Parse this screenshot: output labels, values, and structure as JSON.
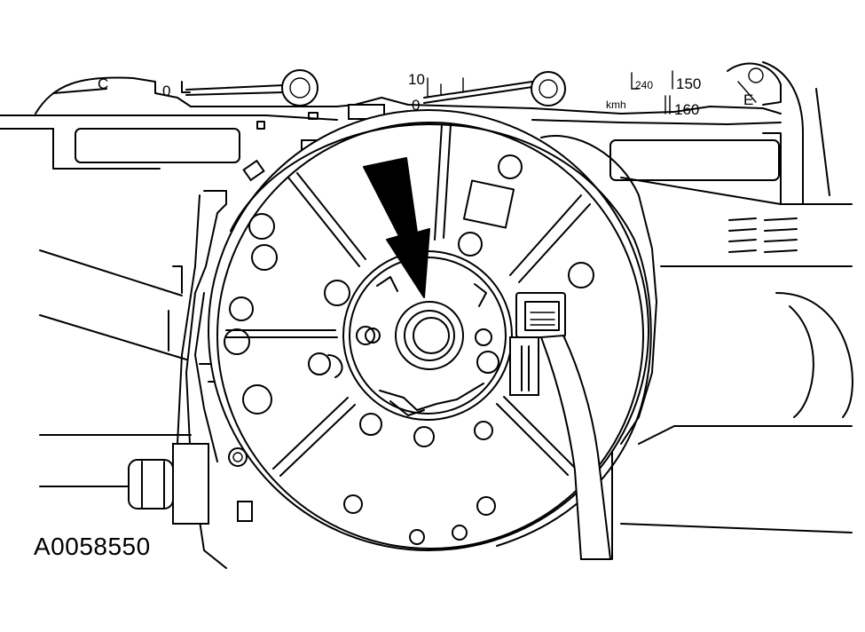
{
  "figure": {
    "id_label": "A0058550"
  },
  "instrument_cluster": {
    "gauge_labels": {
      "left_scale_zero": "0",
      "left_scale_c": "C",
      "tach_ten": "10",
      "tach_zero": "0",
      "speed_240": "240",
      "speed_150": "150",
      "speed_160": "160",
      "speed_unit": "kmh",
      "fuel_e": "E"
    }
  },
  "callouts": {
    "arrow_meaning": "arrow-pointing-at-clockspring-center"
  }
}
